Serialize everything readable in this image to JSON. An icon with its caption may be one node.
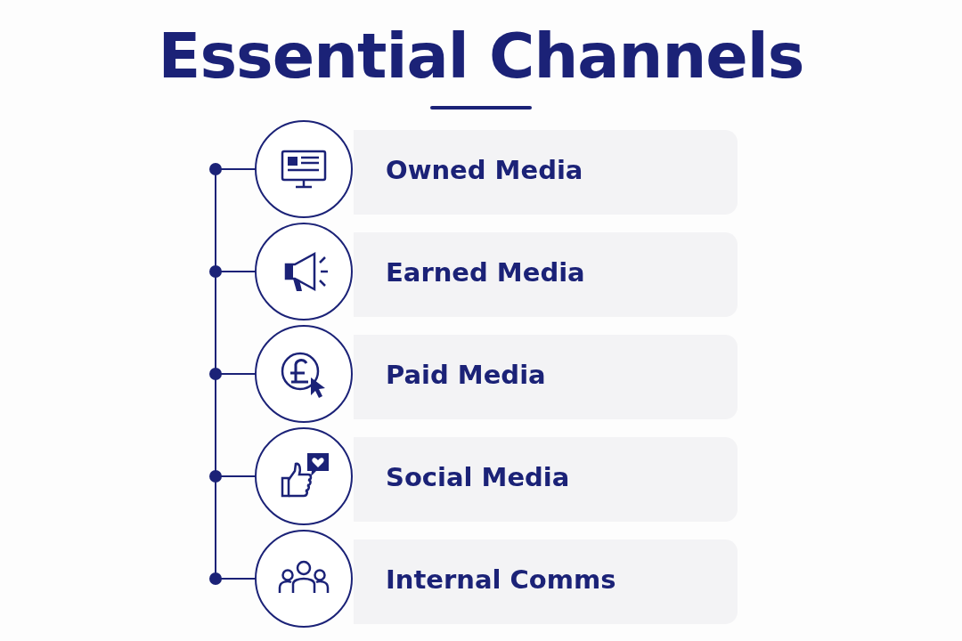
{
  "diagram": {
    "title": "Essential Channels",
    "nodes": [
      {
        "text": [
          "Owned Media"
        ]
      },
      {
        "text": [
          "Earned Media"
        ]
      },
      {
        "text": [
          "Paid Media"
        ]
      },
      {
        "text": [
          "Social Media"
        ]
      },
      {
        "text": [
          "Internal Comms"
        ]
      }
    ]
  }
}
